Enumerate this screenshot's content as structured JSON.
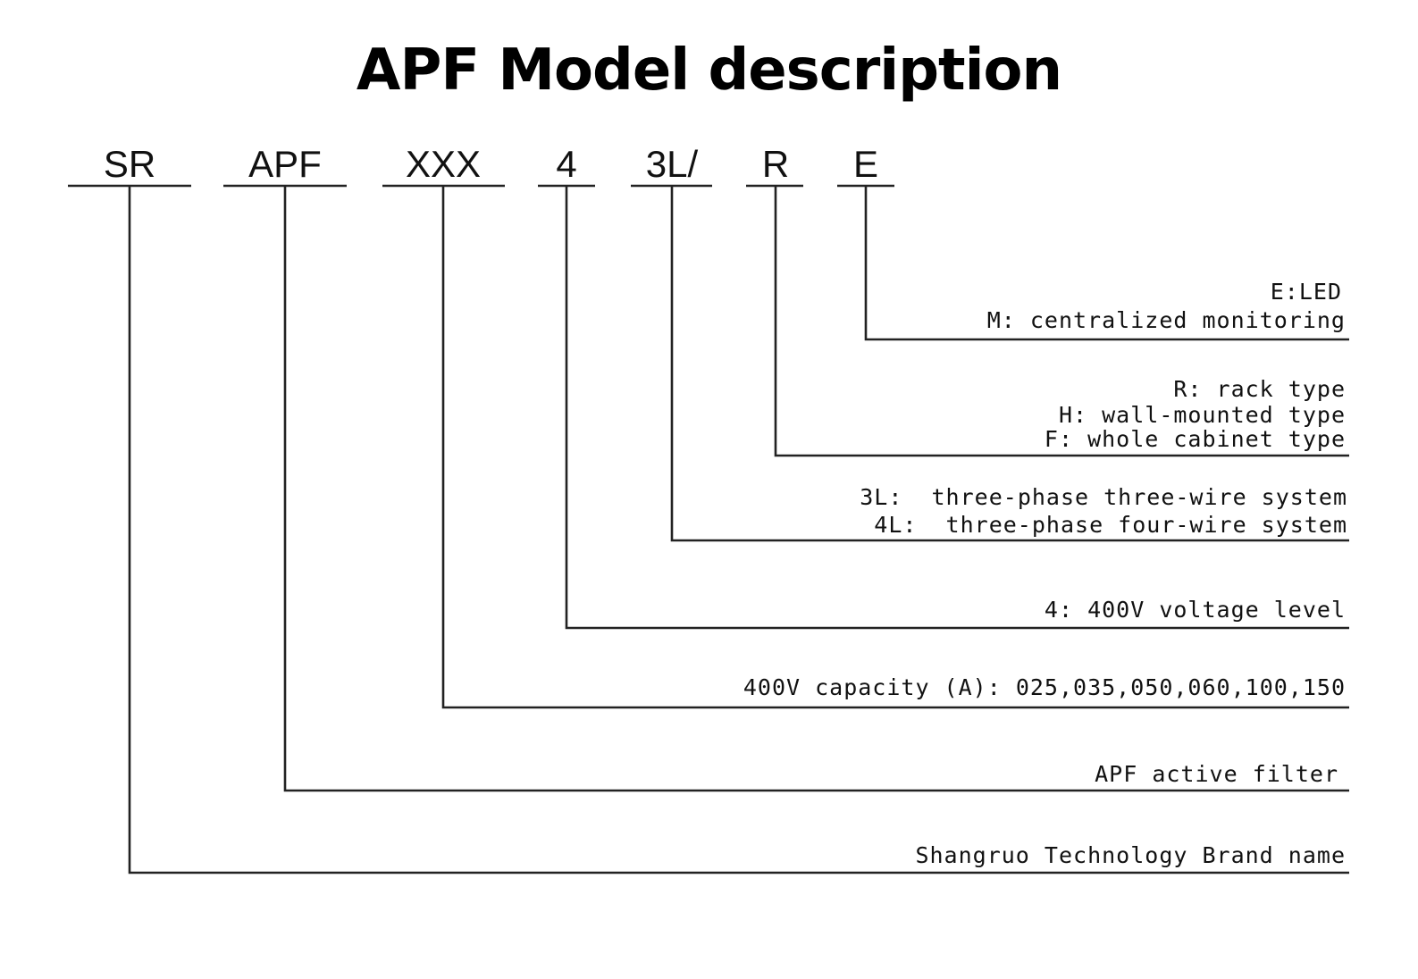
{
  "title": "APF Model description",
  "codes": [
    "SR",
    "APF",
    "XXX",
    "4",
    "3L/",
    "R",
    "E"
  ],
  "descriptions": {
    "E": [
      "E:LED",
      "M: centralized monitoring"
    ],
    "R": [
      "R: rack type",
      "H: wall-mounted type",
      "F: whole cabinet type"
    ],
    "L": [
      "3L:  three-phase three-wire system",
      "4L:  three-phase four-wire system"
    ],
    "V": [
      "4: 400V voltage level"
    ],
    "X": [
      "400V capacity (A): 025,035,050,060,100,150"
    ],
    "A": [
      "APF active filter"
    ],
    "S": [
      "Shangruo Technology Brand name"
    ]
  }
}
